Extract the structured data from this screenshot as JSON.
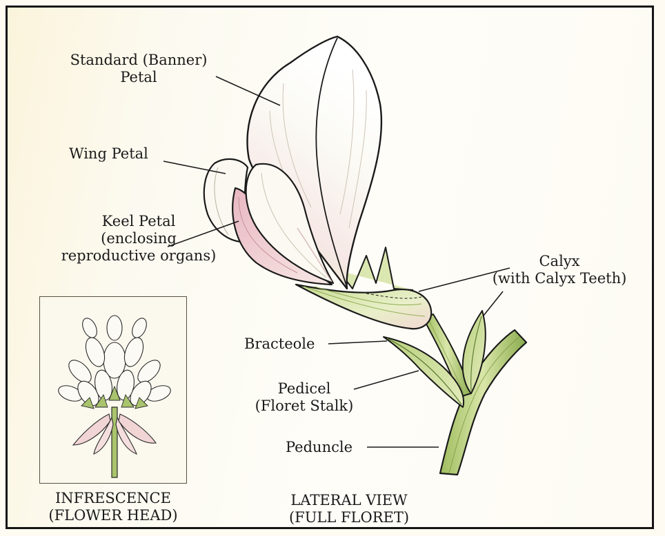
{
  "labels": {
    "standard": [
      "Standard (Banner)",
      "Petal"
    ],
    "wing": "Wing Petal",
    "keel": [
      "Keel Petal",
      "(enclosing",
      "reproductive organs)"
    ],
    "calyx": [
      "Calyx",
      "(with Calyx Teeth)"
    ],
    "bracteole": "Bracteole",
    "pedicel": [
      "Pedicel",
      "(Floret Stalk)"
    ],
    "peduncle": "Peduncle"
  },
  "captions": {
    "inflorescence": [
      "INFRESCENCE",
      "(FLOWER HEAD)"
    ],
    "lateral": [
      "LATERAL VIEW",
      "(FULL FLORET)"
    ]
  },
  "colors": {
    "ink": "#1a1a1a",
    "petal_white": "#fbf9f2",
    "petal_pink": "#efc8cc",
    "green_light": "#d6e3a6",
    "green_mid": "#a9c46d",
    "green_dark": "#6f8d3c"
  }
}
